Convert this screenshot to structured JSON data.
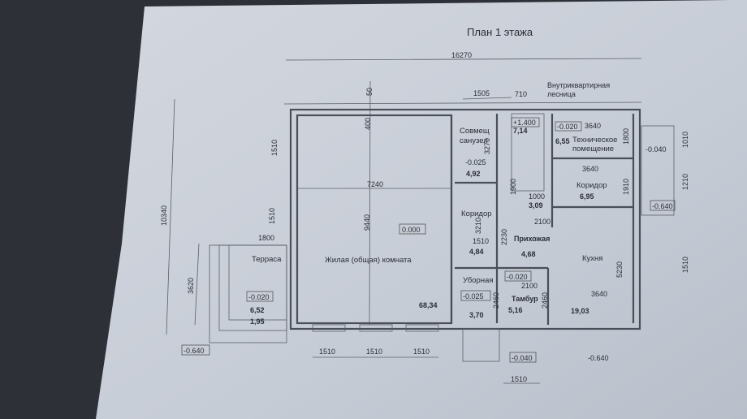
{
  "title": "План 1 этажа",
  "dims": {
    "total_width": "16270",
    "top_50": "50",
    "top_400": "400",
    "living_width": "7240",
    "living_depth": "9440",
    "left_1510_a": "1510",
    "left_1510_b": "1510",
    "total_depth": "10340",
    "terrace_width": "1800",
    "terrace_depth": "3620",
    "win_1": "1510",
    "win_2": "1510",
    "win_3": "1510",
    "bath_w": "1505",
    "stair_w": "710",
    "bath_depth": "3270",
    "stair_1900": "1900",
    "stair_1000": "1000",
    "hall_2100": "2100",
    "tech_3640": "3640",
    "tech_1800": "1800",
    "corr_3640": "3640",
    "corr_1910": "1910",
    "right_1010": "1010",
    "right_1210": "1210",
    "corr_3210": "3210",
    "corr_1510": "1510",
    "hall_2230": "2230",
    "kitchen_5230": "5230",
    "right_1510": "1510",
    "tambur_2100": "2100",
    "wc_2460": "2460",
    "tambur_2460": "2460",
    "kitchen_3640": "3640",
    "entry_1510": "1510"
  },
  "levels": {
    "living": "0.000",
    "terrace": "-0.020",
    "ground_left": "-0.640",
    "bath": "-0.025",
    "stair": "+1.400",
    "tech": "-0.020",
    "right_porch": "-0.040",
    "ground_right": "-0.640",
    "wc": "-0.025",
    "tambur": "-0.020",
    "entry": "-0.040",
    "ground_entry": "-0.640"
  },
  "rooms": {
    "terrace": {
      "name": "Терраса",
      "area1": "6,52",
      "area2": "1,95"
    },
    "living": {
      "name": "Жилая (общая) комната",
      "area": "68,34"
    },
    "bath": {
      "name1": "Совмещ",
      "name2": "санузел",
      "area": "4,92"
    },
    "stair": {
      "name1": "Внутриквартирная",
      "name2": "лесница",
      "area": "7,14",
      "area2": "3,09"
    },
    "tech": {
      "name1": "Техническое",
      "name2": "помещение",
      "area": "6,55"
    },
    "corridor_right": {
      "name": "Коридор",
      "area": "6,95"
    },
    "corridor_left": {
      "name": "Коридор",
      "area": "4,84"
    },
    "hall": {
      "name": "Прихожая",
      "area": "4,68"
    },
    "kitchen": {
      "name": "Кухня",
      "area": "19,03"
    },
    "wc": {
      "name": "Уборная",
      "area": "3,70"
    },
    "tambur": {
      "name": "Тамбур",
      "area": "5,16"
    }
  },
  "colors": {
    "paper": "#c9ced8",
    "background": "#2e3038",
    "ink": "#2a2d35"
  }
}
